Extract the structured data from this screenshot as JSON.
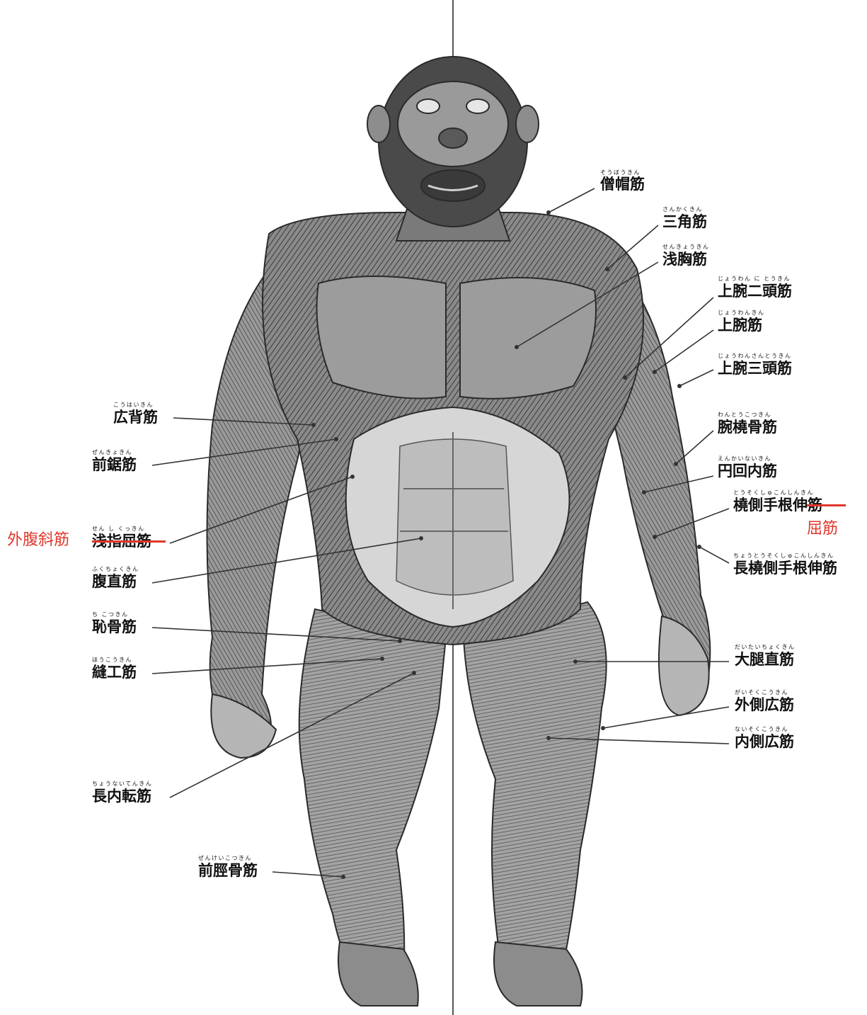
{
  "labels": {
    "sobo": {
      "text": "僧帽筋",
      "ruby": "そうぼうきん"
    },
    "sankaku": {
      "text": "三角筋",
      "ruby": "さんかくきん"
    },
    "senkyo": {
      "text": "浅胸筋",
      "ruby": "せんきょうきん"
    },
    "jowan_nitou": {
      "text": "上腕二頭筋",
      "ruby": "じょうわん に とうきん"
    },
    "jowan": {
      "text": "上腕筋",
      "ruby": "じょうわんきん"
    },
    "jowan_santou": {
      "text": "上腕三頭筋",
      "ruby": "じょうわんさんとうきん"
    },
    "wantoukotsu": {
      "text": "腕橈骨筋",
      "ruby": "わんとうこつきん"
    },
    "enkainai": {
      "text": "円回内筋",
      "ruby": "えんかいないきん"
    },
    "tousoku_shukon": {
      "text": "橈側手根伸筋",
      "ruby": "とうそくしゅこんしんきん"
    },
    "tousoku_fix": {
      "text": "屈筋"
    },
    "chotousoku": {
      "text": "長橈側手根伸筋",
      "ruby": "ちょうとうそくしゅこんしんきん"
    },
    "kouhai": {
      "text": "広背筋",
      "ruby": "こうはいきん"
    },
    "zenkyo": {
      "text": "前鋸筋",
      "ruby": "ぜんきょきん"
    },
    "senshi": {
      "text": "浅指屈筋",
      "ruby": "せん し くっきん"
    },
    "senshi_fix": {
      "text": "外腹斜筋"
    },
    "fukuchoku": {
      "text": "腹直筋",
      "ruby": "ふくちょくきん"
    },
    "chikotsu": {
      "text": "恥骨筋",
      "ruby": "ち こつきん"
    },
    "houkou": {
      "text": "縫工筋",
      "ruby": "ほうこうきん"
    },
    "chounaiten": {
      "text": "長内転筋",
      "ruby": "ちょうないてんきん"
    },
    "zenkei": {
      "text": "前脛骨筋",
      "ruby": "ぜんけいこつきん"
    },
    "daitai": {
      "text": "大腿直筋",
      "ruby": "だいたいちょくきん"
    },
    "gaisoku": {
      "text": "外側広筋",
      "ruby": "がいそくこうきん"
    },
    "naisoku": {
      "text": "内側広筋",
      "ruby": "ないそくこうきん"
    }
  },
  "colors": {
    "correction": "#e0372b",
    "leader": "#333333",
    "ink": "#111111"
  }
}
